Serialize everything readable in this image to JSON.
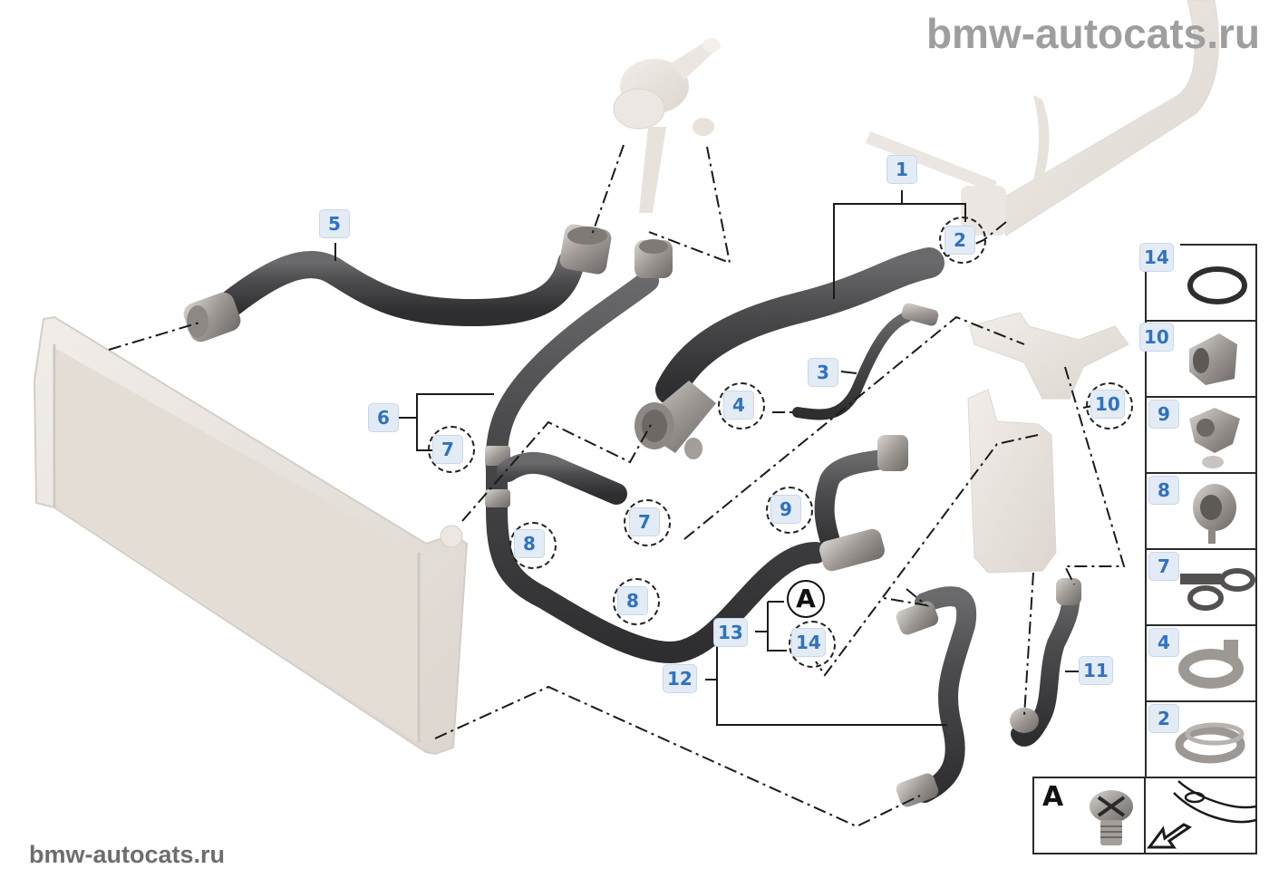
{
  "watermarks": {
    "top": "bmw-autocats.ru",
    "bottom": "bmw-autocats.ru"
  },
  "colors": {
    "callout_text": "#2f72c0",
    "callout_bg": "#e3ebf5",
    "hose": "#4a4a4c",
    "component_ghost": "#e9e4df",
    "clip_metal": "#a7a29d",
    "line": "#1a1a1a"
  },
  "components": {
    "radiator": "radiator",
    "thermostat_housing": "thermostat-housing",
    "engine_pipe": "engine-coolant-pipe",
    "expansion_tank": "expansion-tank",
    "bracket": "mounting-bracket"
  },
  "callouts": {
    "c1": "1",
    "c2": "2",
    "c3": "3",
    "c4": "4",
    "c5": "5",
    "c6": "6",
    "c7a": "7",
    "c7b": "7",
    "c8a": "8",
    "c8b": "8",
    "c9": "9",
    "c10": "10",
    "c11": "11",
    "c12": "12",
    "c13": "13",
    "c14": "14",
    "detailA": "A"
  },
  "parts_legend": {
    "items": [
      {
        "number": "14",
        "part": "o-ring",
        "icon": "o-ring-icon"
      },
      {
        "number": "10",
        "part": "hose-coupling",
        "icon": "coupling-icon"
      },
      {
        "number": "9",
        "part": "hose-clip-with-pin",
        "icon": "clip-pin-icon"
      },
      {
        "number": "8",
        "part": "hose-clip",
        "icon": "clip-icon"
      },
      {
        "number": "7",
        "part": "double-hose-holder",
        "icon": "double-holder-icon"
      },
      {
        "number": "4",
        "part": "hose-clamp",
        "icon": "clamp-icon"
      },
      {
        "number": "2",
        "part": "spring-band-clamp",
        "icon": "spring-clamp-icon"
      }
    ],
    "detail_label": "A",
    "detail_part": "bleed-screw",
    "direction_hint": "front-of-vehicle-arrow"
  }
}
